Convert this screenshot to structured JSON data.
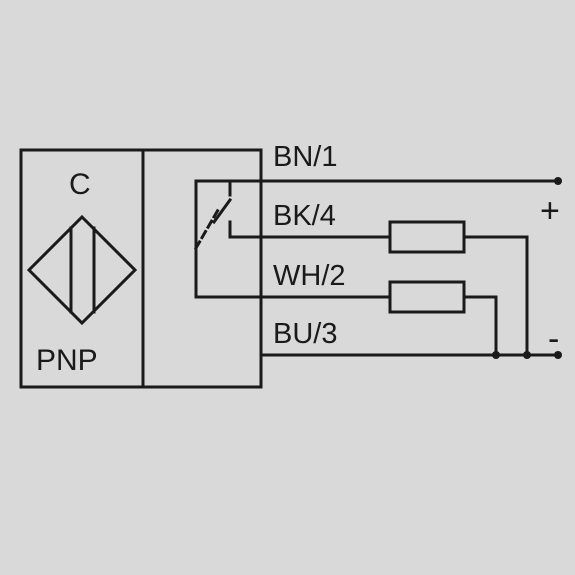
{
  "sensor": {
    "type_letter": "C",
    "output_type": "PNP"
  },
  "wires": [
    {
      "label": "BN/1"
    },
    {
      "label": "BK/4"
    },
    {
      "label": "WH/2"
    },
    {
      "label": "BU/3"
    }
  ],
  "terminals": {
    "positive": "+",
    "negative": "-"
  },
  "colors": {
    "background": "#d9d9d9",
    "line": "#1a1a1a"
  }
}
